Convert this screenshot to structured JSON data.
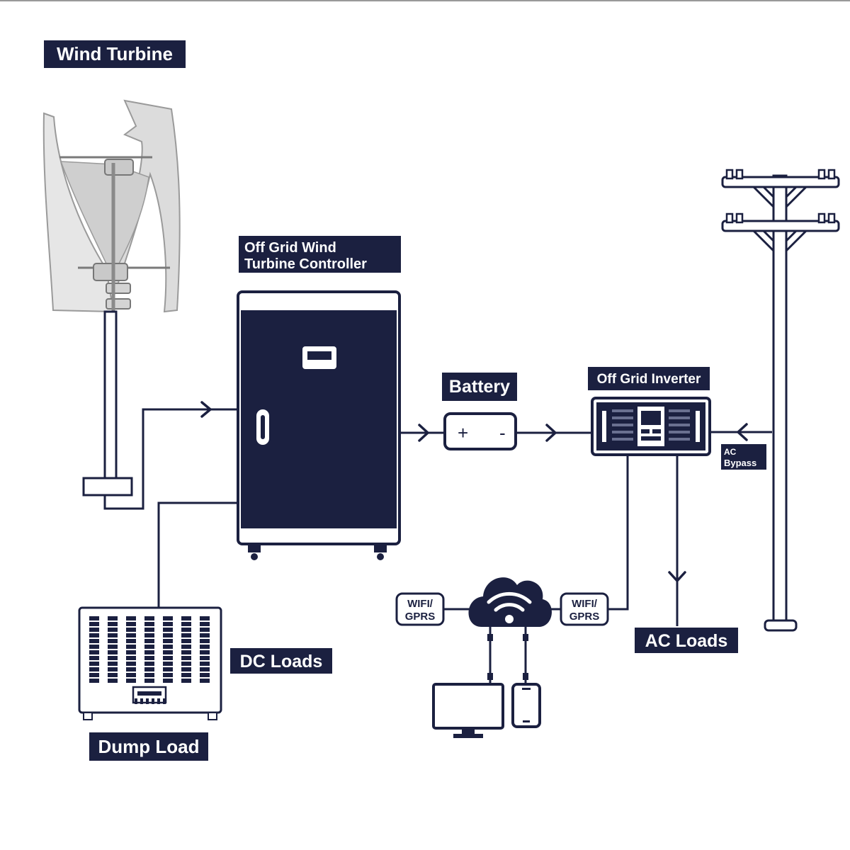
{
  "labels": {
    "wind_turbine": "Wind Turbine",
    "controller_line1": "Off Grid Wind",
    "controller_line2": "Turbine Controller",
    "battery": "Battery",
    "battery_plus": "+",
    "battery_minus": "-",
    "inverter": "Off Grid Inverter",
    "ac_bypass_line1": "AC",
    "ac_bypass_line2": "Bypass",
    "wifi_left_line1": "WIFI/",
    "wifi_left_line2": "GPRS",
    "wifi_right_line1": "WIFI/",
    "wifi_right_line2": "GPRS",
    "dc_loads": "DC Loads",
    "dump_load": "Dump Load",
    "ac_loads": "AC Loads"
  },
  "icons": {
    "turbine": "vertical-axis-wind-turbine-icon",
    "controller": "controller-cabinet-icon",
    "battery": "battery-icon",
    "inverter": "inverter-icon",
    "pole": "utility-pole-icon",
    "cloud": "wifi-cloud-icon",
    "monitor": "monitor-icon",
    "phone": "smartphone-icon",
    "dump_load": "dump-load-resistor-icon"
  },
  "colors": {
    "navy": "#1b2040",
    "white": "#ffffff"
  }
}
